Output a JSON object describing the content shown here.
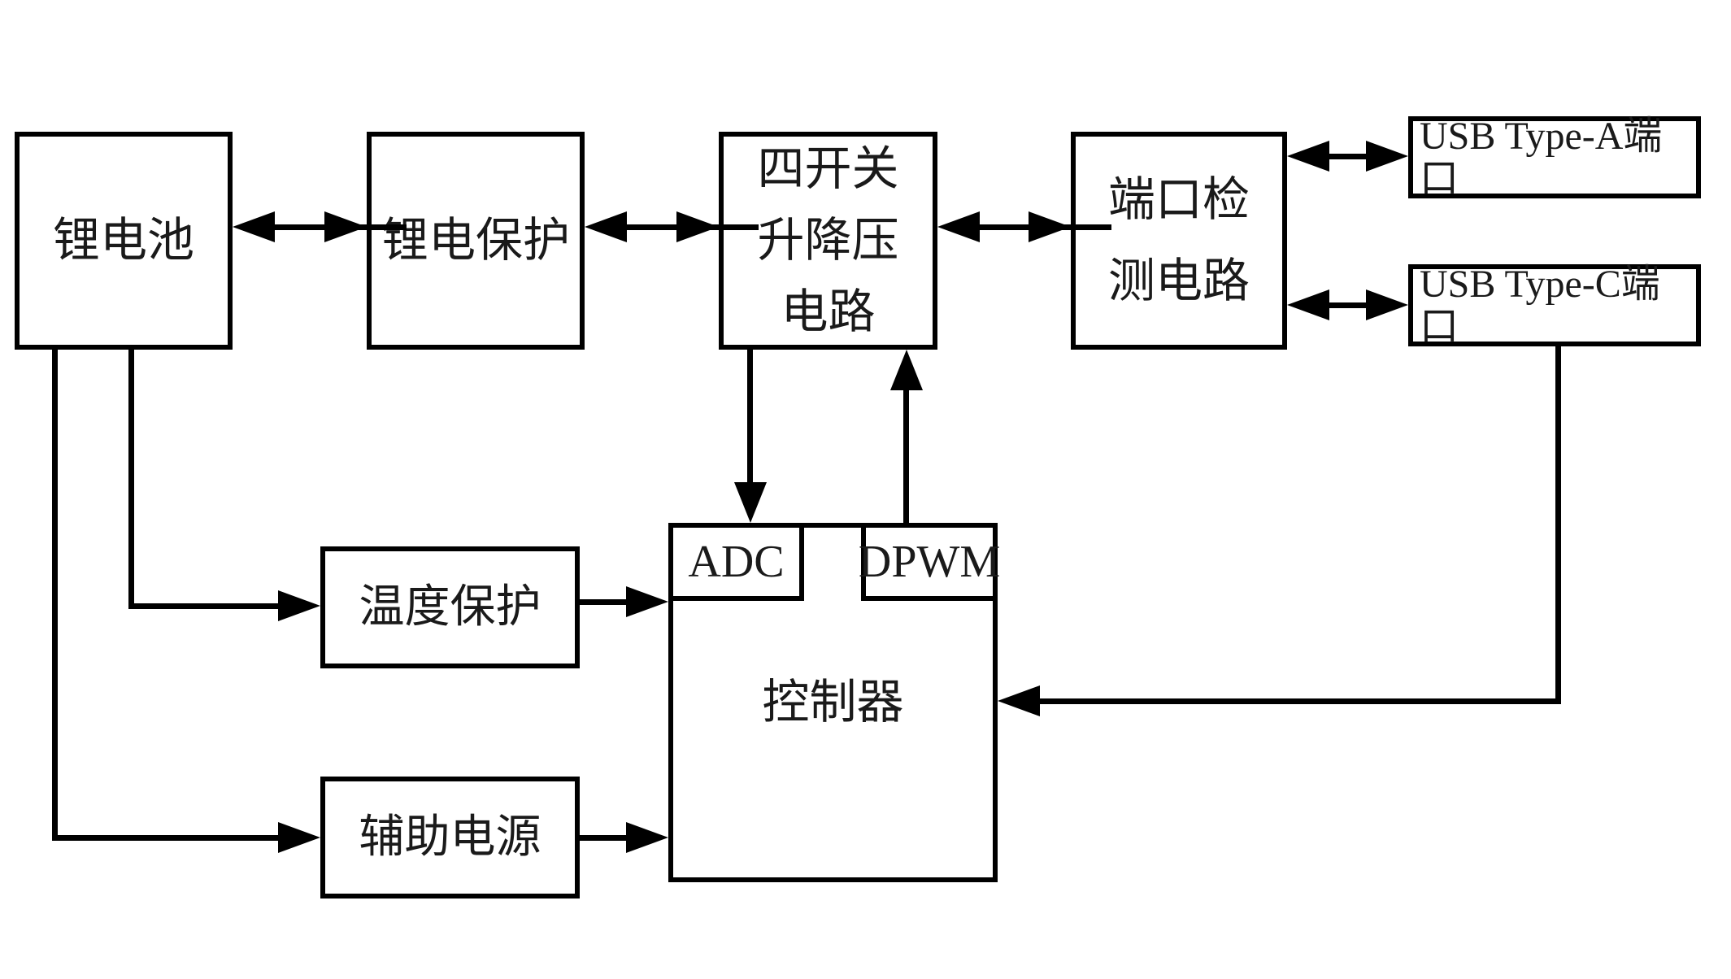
{
  "diagram": {
    "type": "block-diagram",
    "background_color": "#ffffff",
    "line_color": "#000000",
    "nodes": {
      "battery": {
        "label": "锂电池"
      },
      "battery_protection": {
        "label": "锂电保护"
      },
      "buck_boost": {
        "label": "四开关\n升降压\n电路"
      },
      "port_detection": {
        "label": "端口检\n测电路"
      },
      "usb_type_a": {
        "label": "USB Type-A端口"
      },
      "usb_type_c": {
        "label": "USB Type-C端口"
      },
      "temperature_protection": {
        "label": "温度保护"
      },
      "auxiliary_power": {
        "label": "辅助电源"
      },
      "controller": {
        "label": "控制器"
      },
      "adc": {
        "label": "ADC"
      },
      "dpwm": {
        "label": "DPWM"
      }
    },
    "edges": [
      {
        "from": "锂电池",
        "to": "锂电保护",
        "type": "bidirectional"
      },
      {
        "from": "锂电保护",
        "to": "四开关升降压电路",
        "type": "bidirectional"
      },
      {
        "from": "四开关升降压电路",
        "to": "端口检测电路",
        "type": "bidirectional"
      },
      {
        "from": "端口检测电路",
        "to": "USB Type-A端口",
        "type": "bidirectional"
      },
      {
        "from": "端口检测电路",
        "to": "USB Type-C端口",
        "type": "bidirectional"
      },
      {
        "from": "四开关升降压电路",
        "to": "ADC",
        "type": "directed"
      },
      {
        "from": "DPWM",
        "to": "四开关升降压电路",
        "type": "directed"
      },
      {
        "from": "锂电池",
        "to": "温度保护",
        "type": "directed"
      },
      {
        "from": "温度保护",
        "to": "控制器",
        "type": "directed"
      },
      {
        "from": "锂电池",
        "to": "辅助电源",
        "type": "directed"
      },
      {
        "from": "辅助电源",
        "to": "控制器",
        "type": "directed"
      },
      {
        "from": "USB Type-C端口",
        "to": "控制器",
        "type": "directed"
      }
    ]
  }
}
